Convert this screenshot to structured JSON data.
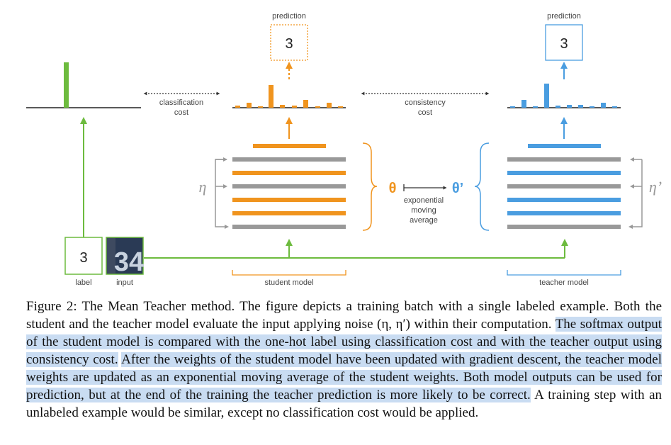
{
  "diagram": {
    "student_prediction_title": "prediction",
    "student_prediction_value": "3",
    "teacher_prediction_title": "prediction",
    "teacher_prediction_value": "3",
    "classification_cost_line1": "classification",
    "classification_cost_line2": "cost",
    "consistency_cost_line1": "consistency",
    "consistency_cost_line2": "cost",
    "noise_student": "η",
    "noise_teacher": "η’",
    "theta": "θ",
    "theta_prime": "θ’",
    "ema_line1": "exponential",
    "ema_line2": "moving",
    "ema_line3": "average",
    "label_value": "3",
    "label_caption": "label",
    "input_caption": "input",
    "input_digits": "34",
    "student_model_caption": "student model",
    "teacher_model_caption": "teacher model",
    "colors": {
      "green": "#6dbb3e",
      "orange": "#f0941e",
      "blue": "#4a9de0",
      "gray": "#999999"
    }
  },
  "caption": {
    "part1": "Figure 2: The Mean Teacher method. The figure depicts a training batch with a single labeled example. Both the student and the teacher model evaluate the input applying noise (η, η′) within their computation. ",
    "part2": "The softmax output of the student model is compared with the one-hot label using classification cost and with the teacher output using consistency cost.",
    "part3": " ",
    "part4": "After the weights of the student model have been updated with gradient descent, the teacher model weights are updated as an exponential moving average of the student weights. Both model outputs can be used for prediction, but at the end of the training the teacher prediction is more likely to be correct.",
    "part5": " A training step with an unlabeled example would be similar, except no classification cost would be applied."
  }
}
